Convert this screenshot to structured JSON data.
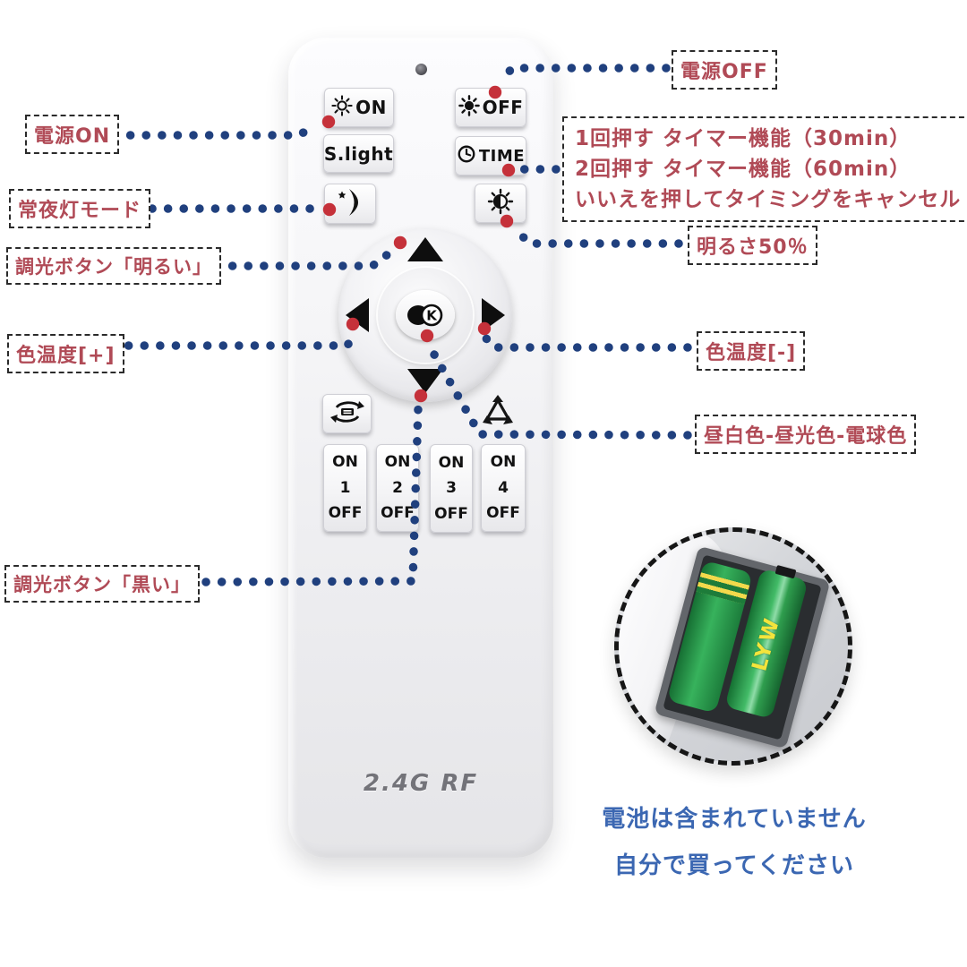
{
  "annotations": {
    "power_on": "電源ON",
    "power_off": "電源OFF",
    "timer_line1": "1回押す タイマー機能（30min）",
    "timer_line2": "2回押す タイマー機能（60min）",
    "timer_line3": "いいえを押してタイミングをキャンセル",
    "night_mode": "常夜灯モード",
    "dim_bright": "調光ボタン「明るい」",
    "color_temp_plus": "色温度[+]",
    "brightness_50": "明るさ50％",
    "color_temp_minus": "色温度[-]",
    "white_color_presets": "昼白色-昼光色-電球色",
    "dim_dark": "調光ボタン「黒い」"
  },
  "remote": {
    "power_on_label": "ON",
    "power_off_label": "OFF",
    "scene_light_label": "S.light",
    "time_label": "TIME",
    "center_key_letter": "K",
    "brand": "2.4G RF",
    "switches": [
      {
        "on": "ON",
        "num": "1",
        "off": "OFF"
      },
      {
        "on": "ON",
        "num": "2",
        "off": "OFF"
      },
      {
        "on": "ON",
        "num": "3",
        "off": "OFF"
      },
      {
        "on": "ON",
        "num": "4",
        "off": "OFF"
      }
    ]
  },
  "battery": {
    "note_line1": "電池は含まれていません",
    "note_line2": "自分で買ってください",
    "brand": "LYW"
  },
  "colors": {
    "annotation_text": "#b04a56",
    "connector_dots": "#20407e",
    "anchor_dots": "#c5313a",
    "note_text": "#3b67b2",
    "battery_green": "#2f9e4e",
    "brand_text": "#737379"
  }
}
